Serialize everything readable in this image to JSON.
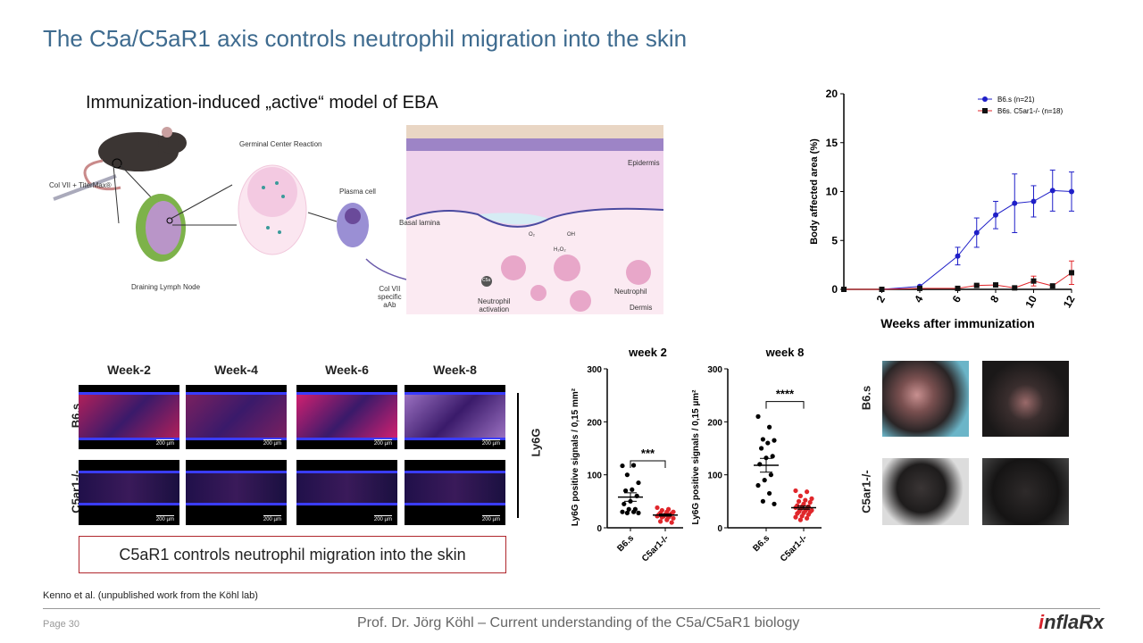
{
  "title": "The C5a/C5aR1 axis controls neutrophil migration into the skin",
  "subtitle": "Immunization-induced „active“ model of EBA",
  "schematic": {
    "injection_label": "Col VII + TiterMax®",
    "lymph_node_label": "Draining Lymph Node",
    "germinal_center_label": "Germinal Center Reaction",
    "plasma_cell_label": "Plasma cell",
    "antibody_label_lines": [
      "Col VII",
      "specific",
      "aAb"
    ],
    "epidermis_label": "Epidermis",
    "basal_lamina_label": "Basal lamina",
    "neutrophil_label": "Neutrophil",
    "activation_label_lines": [
      "Neutrophil",
      "activation"
    ],
    "dermis_label": "Dermis",
    "c5a_label": "C5a",
    "oh_label": "OH",
    "o2_label": "O₂",
    "h2o2_label": "H₂O₂"
  },
  "histology": {
    "columns": [
      "Week-2",
      "Week-4",
      "Week-6",
      "Week-8"
    ],
    "rows": [
      "B6.s",
      "C5ar1-/-"
    ],
    "scale_bar": "200 µm",
    "stain_label": "Ly6G"
  },
  "finding": "C5aR1 controls neutrophil migration into the skin",
  "photos": {
    "rows": [
      "B6.s",
      "C5ar1-/-"
    ]
  },
  "citation": "Kenno et al. (unpublished  work from the Köhl lab)",
  "footer": {
    "page": "Page 30",
    "text": "Prof. Dr. Jörg Köhl – Current understanding of the C5a/C5aR1 biology",
    "logo_i": "i",
    "logo_rest": "nflaRx"
  },
  "colors": {
    "title": "#3e6b8f",
    "blue_series": "#1f1fc8",
    "red_series": "#e0262b",
    "box": "#b0272d"
  },
  "chart_data": [
    {
      "type": "line",
      "title": "",
      "xlabel": "Weeks after immunization",
      "ylabel": "Body affected area (%)",
      "xlim": [
        0,
        12
      ],
      "ylim": [
        0,
        20
      ],
      "xticks": [
        "2",
        "4",
        "6",
        "8",
        "10",
        "12"
      ],
      "yticks": [
        "0",
        "5",
        "10",
        "15",
        "20"
      ],
      "legend_position": "top-right",
      "x": [
        0,
        2,
        4,
        6,
        7,
        8,
        9,
        10,
        11,
        12
      ],
      "series": [
        {
          "name": "B6.s (n=21)",
          "color": "#1f1fc8",
          "marker": "circle",
          "values": [
            0,
            0,
            0.3,
            3.4,
            5.8,
            7.6,
            8.8,
            9.0,
            10.1,
            10.0
          ],
          "error": [
            0,
            0,
            0,
            0.9,
            1.5,
            1.4,
            3.0,
            1.6,
            2.1,
            2.0
          ]
        },
        {
          "name": "B6s. C5ar1-/- (n=18)",
          "color": "#e0262b",
          "marker": "square",
          "values": [
            0,
            0,
            0.1,
            0.1,
            0.4,
            0.45,
            0.15,
            0.85,
            0.35,
            1.7
          ],
          "error": [
            0,
            0,
            0,
            0,
            0.1,
            0.1,
            0,
            0.5,
            0,
            1.2
          ]
        }
      ]
    },
    {
      "type": "scatter",
      "title": "week 2",
      "ylabel": "Ly6G positive signals / 0,15 mm²",
      "ylim": [
        0,
        300
      ],
      "yticks": [
        "0",
        "100",
        "200",
        "300"
      ],
      "categories": [
        "B6.s",
        "C5ar1-/-"
      ],
      "significance": "***",
      "series": [
        {
          "name": "B6.s",
          "color": "#000000",
          "mean": 58,
          "sem": 8,
          "values": [
            117,
            118,
            100,
            85,
            72,
            70,
            60,
            50,
            45,
            35,
            35,
            30,
            30,
            28,
            28
          ]
        },
        {
          "name": "C5ar1-/-",
          "color": "#e0262b",
          "mean": 24,
          "sem": 2,
          "values": [
            38,
            35,
            33,
            30,
            30,
            28,
            27,
            25,
            25,
            24,
            22,
            22,
            20,
            20,
            18,
            15,
            12,
            10
          ]
        }
      ]
    },
    {
      "type": "scatter",
      "title": "week 8",
      "ylabel": "Ly6G positive signals / 0,15 µm²",
      "ylim": [
        0,
        300
      ],
      "yticks": [
        "0",
        "100",
        "200",
        "300"
      ],
      "categories": [
        "B6.s",
        "C5ar1-/-"
      ],
      "significance": "****",
      "series": [
        {
          "name": "B6.s",
          "color": "#000000",
          "mean": 118,
          "sem": 13,
          "values": [
            210,
            190,
            167,
            165,
            160,
            150,
            135,
            132,
            120,
            100,
            90,
            80,
            65,
            50,
            45
          ]
        },
        {
          "name": "C5ar1-/-",
          "color": "#e0262b",
          "mean": 38,
          "sem": 3,
          "values": [
            70,
            68,
            60,
            55,
            52,
            50,
            48,
            45,
            42,
            40,
            40,
            38,
            36,
            35,
            33,
            32,
            30,
            30,
            28,
            27,
            25,
            22,
            20,
            18,
            15
          ]
        }
      ]
    }
  ]
}
